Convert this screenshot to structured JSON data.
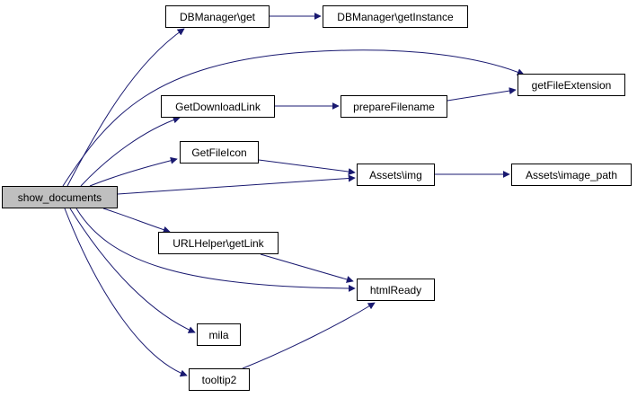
{
  "graph": {
    "edge_color": "#191970",
    "nodes": {
      "show_documents": {
        "label": "show_documents",
        "root": true
      },
      "dbmanager_get": {
        "label": "DBManager\\get"
      },
      "dbmanager_getinstance": {
        "label": "DBManager\\getInstance"
      },
      "getfileextension": {
        "label": "getFileExtension"
      },
      "getdownloadlink": {
        "label": "GetDownloadLink"
      },
      "preparefilename": {
        "label": "prepareFilename"
      },
      "getfileicon": {
        "label": "GetFileIcon"
      },
      "assets_img": {
        "label": "Assets\\img"
      },
      "assets_image_path": {
        "label": "Assets\\image_path"
      },
      "urlhelper_getlink": {
        "label": "URLHelper\\getLink"
      },
      "htmlready": {
        "label": "htmlReady"
      },
      "mila": {
        "label": "mila"
      },
      "tooltip2": {
        "label": "tooltip2"
      }
    },
    "edges": [
      {
        "from": "show_documents",
        "to": "dbmanager_get"
      },
      {
        "from": "show_documents",
        "to": "getfileextension"
      },
      {
        "from": "show_documents",
        "to": "getdownloadlink"
      },
      {
        "from": "show_documents",
        "to": "getfileicon"
      },
      {
        "from": "show_documents",
        "to": "assets_img"
      },
      {
        "from": "show_documents",
        "to": "urlhelper_getlink"
      },
      {
        "from": "show_documents",
        "to": "htmlready"
      },
      {
        "from": "show_documents",
        "to": "mila"
      },
      {
        "from": "show_documents",
        "to": "tooltip2"
      },
      {
        "from": "dbmanager_get",
        "to": "dbmanager_getinstance"
      },
      {
        "from": "getdownloadlink",
        "to": "preparefilename"
      },
      {
        "from": "preparefilename",
        "to": "getfileextension"
      },
      {
        "from": "getfileicon",
        "to": "assets_img"
      },
      {
        "from": "assets_img",
        "to": "assets_image_path"
      },
      {
        "from": "urlhelper_getlink",
        "to": "htmlready"
      },
      {
        "from": "tooltip2",
        "to": "htmlready"
      }
    ]
  }
}
